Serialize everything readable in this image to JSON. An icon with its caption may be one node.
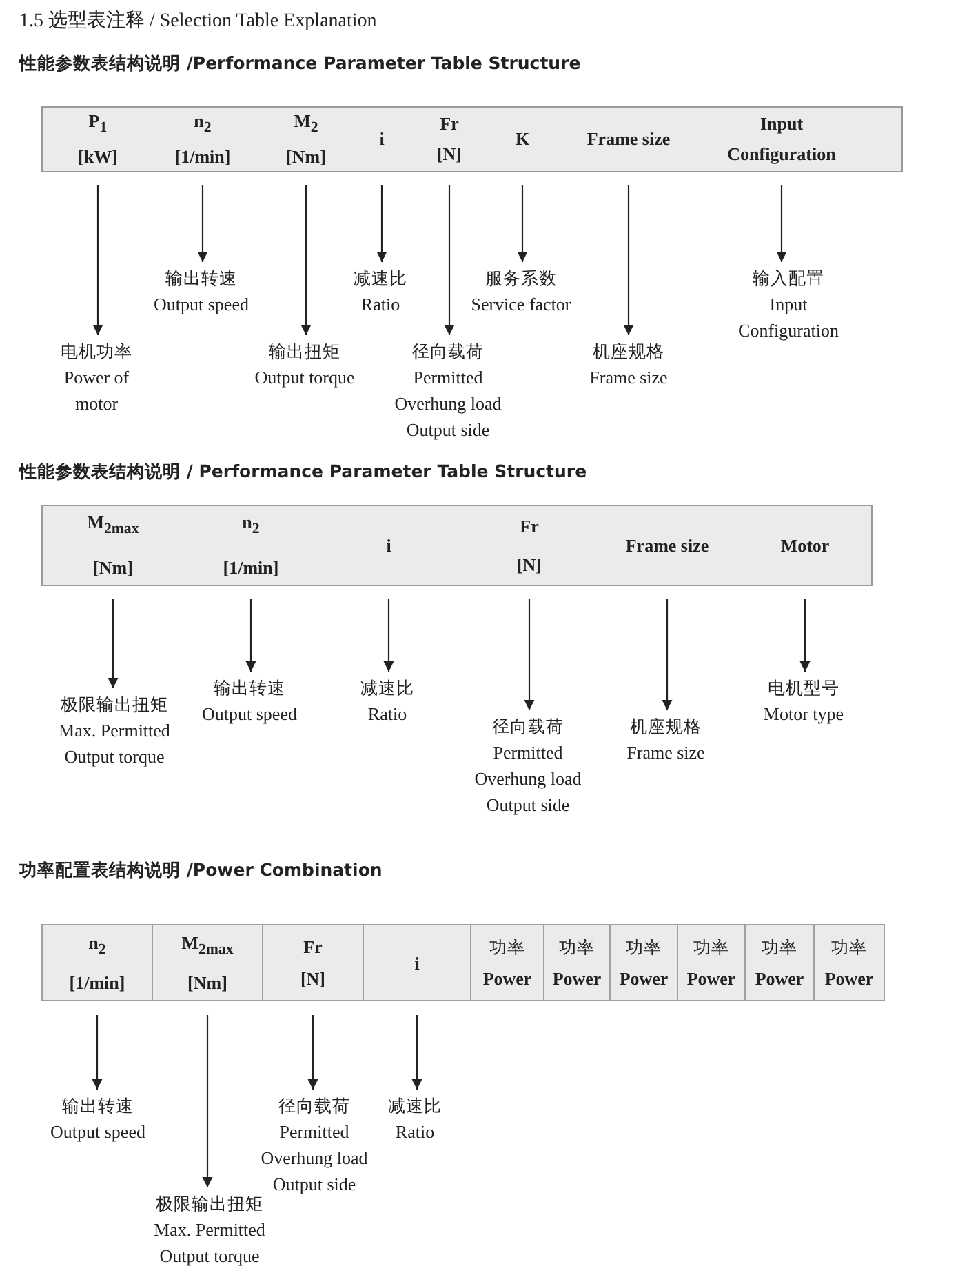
{
  "diagram": {
    "title": "1.5 选型表注释 / Selection Table Explanation",
    "labels": [
      "性能参数表结构说明 /Performance Parameter Table Structure",
      "性能参数表结构说明 / Performance Parameter Table Structure",
      "功率配置表结构说明 /Power Combination"
    ],
    "nodes": [
      {
        "text": [],
        "shape": "box"
      },
      {
        "text": [
          "P$_{1}$ [kW]"
        ],
        "in": 0
      },
      {
        "text": [
          "n$_{2}$ [1/min]"
        ],
        "in": 0
      },
      {
        "text": [
          "M$_{2}$ [Nm]"
        ],
        "in": 0
      },
      {
        "text": [
          "i"
        ],
        "in": 0
      },
      {
        "text": [
          "Fr [N]"
        ],
        "in": 0
      },
      {
        "text": [
          "K"
        ],
        "in": 0
      },
      {
        "text": [
          "Frame size"
        ],
        "in": 0
      },
      {
        "text": [
          "Input Configuration"
        ],
        "in": 0
      },
      {
        "text": [
          "电机功率",
          "Power of motor"
        ]
      },
      {
        "text": [
          "输出转速",
          "Output speed"
        ]
      },
      {
        "text": [
          "输出扭矩",
          "Output torque"
        ]
      },
      {
        "text": [
          "减速比",
          "Ratio"
        ]
      },
      {
        "text": [
          "径向载荷",
          "Permitted Overhung load Output side"
        ]
      },
      {
        "text": [
          "服务系数",
          "Service factor"
        ]
      },
      {
        "text": [
          "机座规格",
          "Frame size"
        ]
      },
      {
        "text": [
          "输入配置",
          "Input Configuration"
        ]
      },
      {
        "text": [],
        "shape": "box"
      },
      {
        "text": [
          "M$_{2max}$ [Nm]"
        ],
        "in": 17
      },
      {
        "text": [
          "n$_{2}$ [1/min]"
        ],
        "in": 17
      },
      {
        "text": [
          "i"
        ],
        "in": 17
      },
      {
        "text": [
          "Fr [N]"
        ],
        "in": 17
      },
      {
        "text": [
          "Frame size"
        ],
        "in": 17
      },
      {
        "text": [
          "Motor"
        ],
        "in": 17
      },
      {
        "text": [
          "极限输出扭矩",
          "Max. Permitted Output torque"
        ]
      },
      {
        "text": [
          "输出转速",
          "Output speed"
        ]
      },
      {
        "text": [
          "减速比",
          "Ratio"
        ]
      },
      {
        "text": [
          "径向载荷",
          "Permitted Overhung load Output side"
        ]
      },
      {
        "text": [
          "机座规格",
          "Frame size"
        ]
      },
      {
        "text": [
          "电机型号",
          "Motor type"
        ]
      },
      {
        "text": [
          "n$_{2}$ [1/min]"
        ]
      },
      {
        "text": [
          "M$_{2max}$ [Nm]"
        ]
      },
      {
        "text": [
          "Fr [N]"
        ]
      },
      {
        "text": [
          "i"
        ]
      },
      {
        "text": [
          "功率",
          "Power"
        ]
      },
      {
        "text": [
          "功率",
          "Power"
        ]
      },
      {
        "text": [
          "功率",
          "Power"
        ]
      },
      {
        "text": [
          "功率",
          "Power"
        ]
      },
      {
        "text": [
          "功率",
          "Power"
        ]
      },
      {
        "text": [
          "功率",
          "Power"
        ]
      },
      {
        "text": [
          "输出转速",
          "Output speed"
        ]
      },
      {
        "text": [
          "极限输出扭矩",
          "Max. Permitted Output torque"
        ]
      },
      {
        "text": [
          "径向载荷",
          "Permitted Overhung load Output side"
        ]
      },
      {
        "text": [
          "减速比",
          "Ratio"
        ]
      }
    ],
    "edges": [
      {
        "from": 1,
        "to": 9,
        "arrow": "to"
      },
      {
        "from": 2,
        "to": 10,
        "arrow": "to"
      },
      {
        "from": 3,
        "to": 11,
        "arrow": "to"
      },
      {
        "from": 4,
        "to": 12,
        "arrow": "to"
      },
      {
        "from": 5,
        "to": 13,
        "arrow": "to"
      },
      {
        "from": 6,
        "to": 14,
        "arrow": "to"
      },
      {
        "from": 7,
        "to": 15,
        "arrow": "to"
      },
      {
        "from": 8,
        "to": 16,
        "arrow": "to"
      },
      {
        "from": 18,
        "to": 24,
        "arrow": "to"
      },
      {
        "from": 19,
        "to": 25,
        "arrow": "to"
      },
      {
        "from": 20,
        "to": 26,
        "arrow": "to"
      },
      {
        "from": 21,
        "to": 27,
        "arrow": "to"
      },
      {
        "from": 22,
        "to": 28,
        "arrow": "to"
      },
      {
        "from": 23,
        "to": 29,
        "arrow": "to"
      },
      {
        "from": 30,
        "to": 40,
        "arrow": "to"
      },
      {
        "from": 31,
        "to": 41,
        "arrow": "to"
      },
      {
        "from": 32,
        "to": 42,
        "arrow": "to"
      },
      {
        "from": 33,
        "to": 43,
        "arrow": "to"
      }
    ]
  }
}
